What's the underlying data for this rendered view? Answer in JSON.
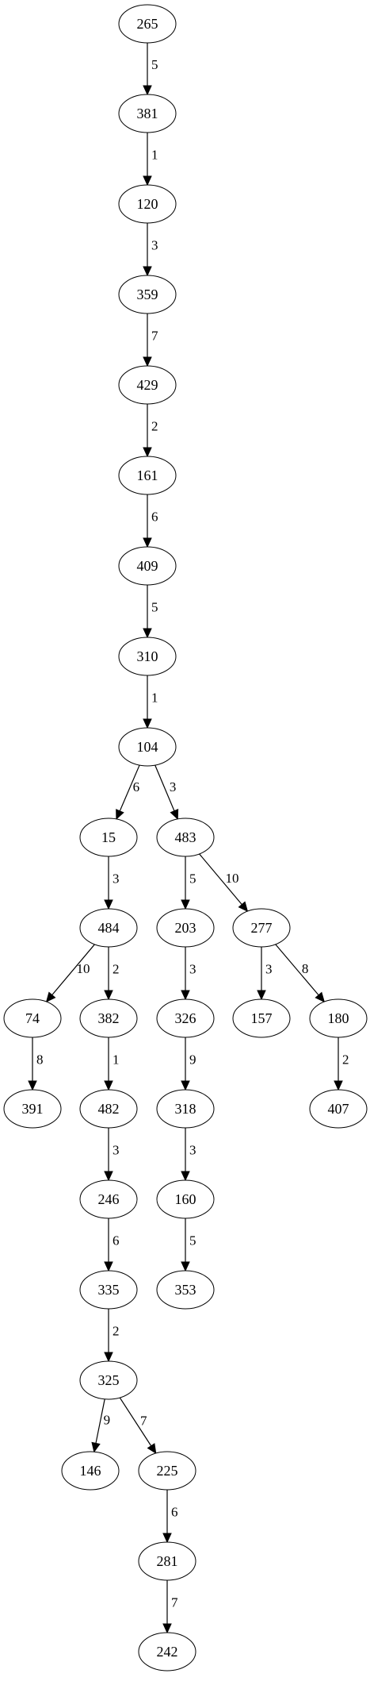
{
  "diagram": {
    "type": "directed-tree",
    "nodes": [
      {
        "id": "n265",
        "label": "265"
      },
      {
        "id": "n381",
        "label": "381"
      },
      {
        "id": "n120",
        "label": "120"
      },
      {
        "id": "n359",
        "label": "359"
      },
      {
        "id": "n429",
        "label": "429"
      },
      {
        "id": "n161",
        "label": "161"
      },
      {
        "id": "n409",
        "label": "409"
      },
      {
        "id": "n310",
        "label": "310"
      },
      {
        "id": "n104",
        "label": "104"
      },
      {
        "id": "n15",
        "label": "15"
      },
      {
        "id": "n483",
        "label": "483"
      },
      {
        "id": "n484",
        "label": "484"
      },
      {
        "id": "n203",
        "label": "203"
      },
      {
        "id": "n277",
        "label": "277"
      },
      {
        "id": "n74",
        "label": "74"
      },
      {
        "id": "n382",
        "label": "382"
      },
      {
        "id": "n326",
        "label": "326"
      },
      {
        "id": "n157",
        "label": "157"
      },
      {
        "id": "n180",
        "label": "180"
      },
      {
        "id": "n391",
        "label": "391"
      },
      {
        "id": "n482",
        "label": "482"
      },
      {
        "id": "n318",
        "label": "318"
      },
      {
        "id": "n407",
        "label": "407"
      },
      {
        "id": "n246",
        "label": "246"
      },
      {
        "id": "n160",
        "label": "160"
      },
      {
        "id": "n335",
        "label": "335"
      },
      {
        "id": "n353",
        "label": "353"
      },
      {
        "id": "n325",
        "label": "325"
      },
      {
        "id": "n146",
        "label": "146"
      },
      {
        "id": "n225",
        "label": "225"
      },
      {
        "id": "n281",
        "label": "281"
      },
      {
        "id": "n242",
        "label": "242"
      }
    ],
    "edges": [
      {
        "from": "n265",
        "to": "n381",
        "weight": "5"
      },
      {
        "from": "n381",
        "to": "n120",
        "weight": "1"
      },
      {
        "from": "n120",
        "to": "n359",
        "weight": "3"
      },
      {
        "from": "n359",
        "to": "n429",
        "weight": "7"
      },
      {
        "from": "n429",
        "to": "n161",
        "weight": "2"
      },
      {
        "from": "n161",
        "to": "n409",
        "weight": "6"
      },
      {
        "from": "n409",
        "to": "n310",
        "weight": "5"
      },
      {
        "from": "n310",
        "to": "n104",
        "weight": "1"
      },
      {
        "from": "n104",
        "to": "n15",
        "weight": "6"
      },
      {
        "from": "n104",
        "to": "n483",
        "weight": "3"
      },
      {
        "from": "n15",
        "to": "n484",
        "weight": "3"
      },
      {
        "from": "n483",
        "to": "n203",
        "weight": "5"
      },
      {
        "from": "n483",
        "to": "n277",
        "weight": "10"
      },
      {
        "from": "n484",
        "to": "n74",
        "weight": "10"
      },
      {
        "from": "n484",
        "to": "n382",
        "weight": "2"
      },
      {
        "from": "n203",
        "to": "n326",
        "weight": "3"
      },
      {
        "from": "n277",
        "to": "n157",
        "weight": "3"
      },
      {
        "from": "n277",
        "to": "n180",
        "weight": "8"
      },
      {
        "from": "n74",
        "to": "n391",
        "weight": "8"
      },
      {
        "from": "n382",
        "to": "n482",
        "weight": "1"
      },
      {
        "from": "n326",
        "to": "n318",
        "weight": "9"
      },
      {
        "from": "n180",
        "to": "n407",
        "weight": "2"
      },
      {
        "from": "n482",
        "to": "n246",
        "weight": "3"
      },
      {
        "from": "n318",
        "to": "n160",
        "weight": "3"
      },
      {
        "from": "n246",
        "to": "n335",
        "weight": "6"
      },
      {
        "from": "n160",
        "to": "n353",
        "weight": "5"
      },
      {
        "from": "n335",
        "to": "n325",
        "weight": "2"
      },
      {
        "from": "n325",
        "to": "n146",
        "weight": "9"
      },
      {
        "from": "n325",
        "to": "n225",
        "weight": "7"
      },
      {
        "from": "n225",
        "to": "n281",
        "weight": "6"
      },
      {
        "from": "n281",
        "to": "n242",
        "weight": "7"
      }
    ]
  }
}
